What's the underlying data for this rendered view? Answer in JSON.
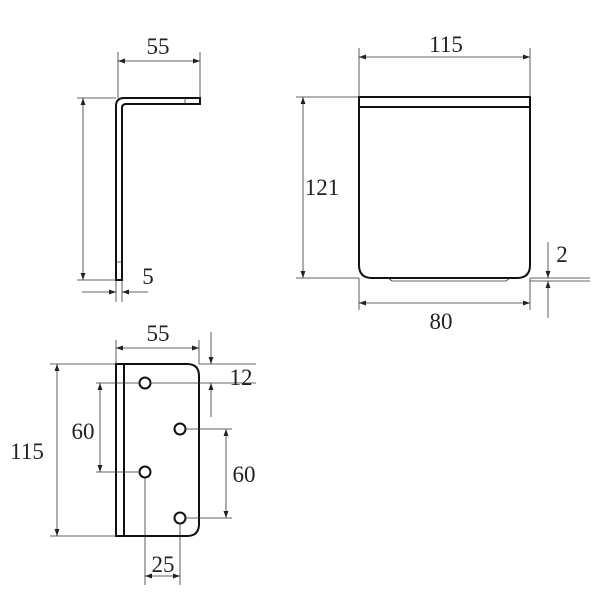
{
  "side_view": {
    "width_label": "55",
    "thickness_label": "5"
  },
  "front_view": {
    "width_label": "115",
    "height_label": "121",
    "gap_label": "2",
    "foot_label": "80"
  },
  "plate_view": {
    "width_label": "55",
    "height_label": "115",
    "left_spacing_label": "60",
    "right_spacing_label": "60",
    "top_offset_label": "12",
    "hole_offset_label": "25"
  },
  "colors": {
    "line": "#111111",
    "background": "#ffffff"
  }
}
